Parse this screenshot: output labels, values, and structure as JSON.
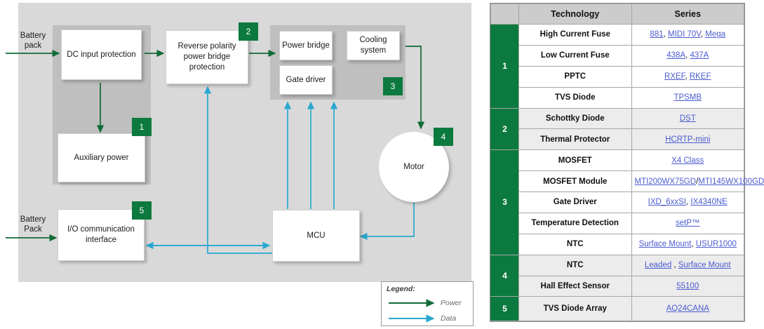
{
  "diagram": {
    "nodes": [
      {
        "id": "dc-input-protection",
        "label": "DC input protection"
      },
      {
        "id": "auxiliary-power",
        "label": "Auxiliary power"
      },
      {
        "id": "reverse-polarity-protection",
        "label": "Reverse polarity power bridge protection"
      },
      {
        "id": "power-bridge",
        "label": "Power bridge"
      },
      {
        "id": "gate-driver",
        "label": "Gate driver"
      },
      {
        "id": "cooling-system",
        "label": "Cooling system"
      },
      {
        "id": "motor",
        "label": "Motor"
      },
      {
        "id": "mcu",
        "label": "MCU"
      },
      {
        "id": "io-communication-interface",
        "label": "I/O communication interface"
      }
    ],
    "edge_labels": [
      {
        "id": "battery-pack-top",
        "text": "Battery pack"
      },
      {
        "id": "battery-pack-bottom",
        "text": "Battery Pack"
      }
    ],
    "badges": [
      "1",
      "2",
      "3",
      "4",
      "5"
    ],
    "legend": {
      "title": "Legend:",
      "power_label": "Power",
      "data_label": "Data",
      "power_color": "#106b35",
      "data_color": "#29a8cf"
    }
  },
  "table": {
    "headers": {
      "index": "",
      "technology": "Technology",
      "series": "Series"
    },
    "rows": [
      {
        "index": "1",
        "span": 4,
        "shade": false,
        "technology": "High Current Fuse",
        "series": [
          {
            "text": "881",
            "link": true
          },
          {
            "text": ", ",
            "link": false
          },
          {
            "text": "MIDI 70V",
            "link": true
          },
          {
            "text": ", ",
            "link": false
          },
          {
            "text": "Mega",
            "link": true
          }
        ]
      },
      {
        "index": null,
        "shade": false,
        "technology": "Low Current Fuse",
        "series": [
          {
            "text": "438A",
            "link": true
          },
          {
            "text": ", ",
            "link": false
          },
          {
            "text": "437A",
            "link": true
          }
        ]
      },
      {
        "index": null,
        "shade": false,
        "technology": "PPTC",
        "series": [
          {
            "text": "RXEF",
            "link": true
          },
          {
            "text": ", ",
            "link": false
          },
          {
            "text": "RKEF",
            "link": true
          }
        ]
      },
      {
        "index": null,
        "shade": false,
        "technology": "TVS Diode",
        "series": [
          {
            "text": "TPSMB",
            "link": true
          }
        ]
      },
      {
        "index": "2",
        "span": 2,
        "shade": true,
        "technology": "Schottky Diode",
        "series": [
          {
            "text": "DST",
            "link": true
          }
        ]
      },
      {
        "index": null,
        "shade": true,
        "technology": "Thermal Protector",
        "series": [
          {
            "text": "HCRTP-mini",
            "link": true
          }
        ]
      },
      {
        "index": "3",
        "span": 5,
        "shade": false,
        "technology": "MOSFET",
        "series": [
          {
            "text": "X4 Class",
            "link": true
          }
        ]
      },
      {
        "index": null,
        "shade": false,
        "technology": "MOSFET Module",
        "series": [
          {
            "text": "MTI200WX75GD",
            "link": true
          },
          {
            "text": "/",
            "link": false
          },
          {
            "text": "MTI145WX100GD",
            "link": true
          }
        ]
      },
      {
        "index": null,
        "shade": false,
        "technology": "Gate Driver",
        "series": [
          {
            "text": "IXD_6xxSI",
            "link": true
          },
          {
            "text": ", ",
            "link": false
          },
          {
            "text": "IX4340NE",
            "link": true
          }
        ]
      },
      {
        "index": null,
        "shade": false,
        "technology": "Temperature Detection",
        "series": [
          {
            "text": "setP™",
            "link": true
          }
        ]
      },
      {
        "index": null,
        "shade": false,
        "technology": "NTC",
        "series": [
          {
            "text": "Surface Mount",
            "link": true
          },
          {
            "text": ", ",
            "link": false
          },
          {
            "text": "USUR1000",
            "link": true
          }
        ]
      },
      {
        "index": "4",
        "span": 2,
        "shade": true,
        "technology": "NTC",
        "series": [
          {
            "text": "Leaded",
            "link": true
          },
          {
            "text": " , ",
            "link": false
          },
          {
            "text": "Surface Mount",
            "link": true
          }
        ]
      },
      {
        "index": null,
        "shade": true,
        "technology": "Hall Effect Sensor",
        "series": [
          {
            "text": "55100",
            "link": true
          }
        ]
      },
      {
        "index": "5",
        "span": 1,
        "shade": true,
        "technology": "TVS Diode Array",
        "series": [
          {
            "text": "AQ24CANA",
            "link": true
          }
        ]
      }
    ]
  },
  "colors": {
    "accent_green": "#0c7a3e",
    "power_arrow": "#106b35",
    "data_arrow": "#29a8cf",
    "panel_bg": "#d9d9d9",
    "group_bg": "#bfbfbf",
    "link": "#4a5bd0"
  }
}
